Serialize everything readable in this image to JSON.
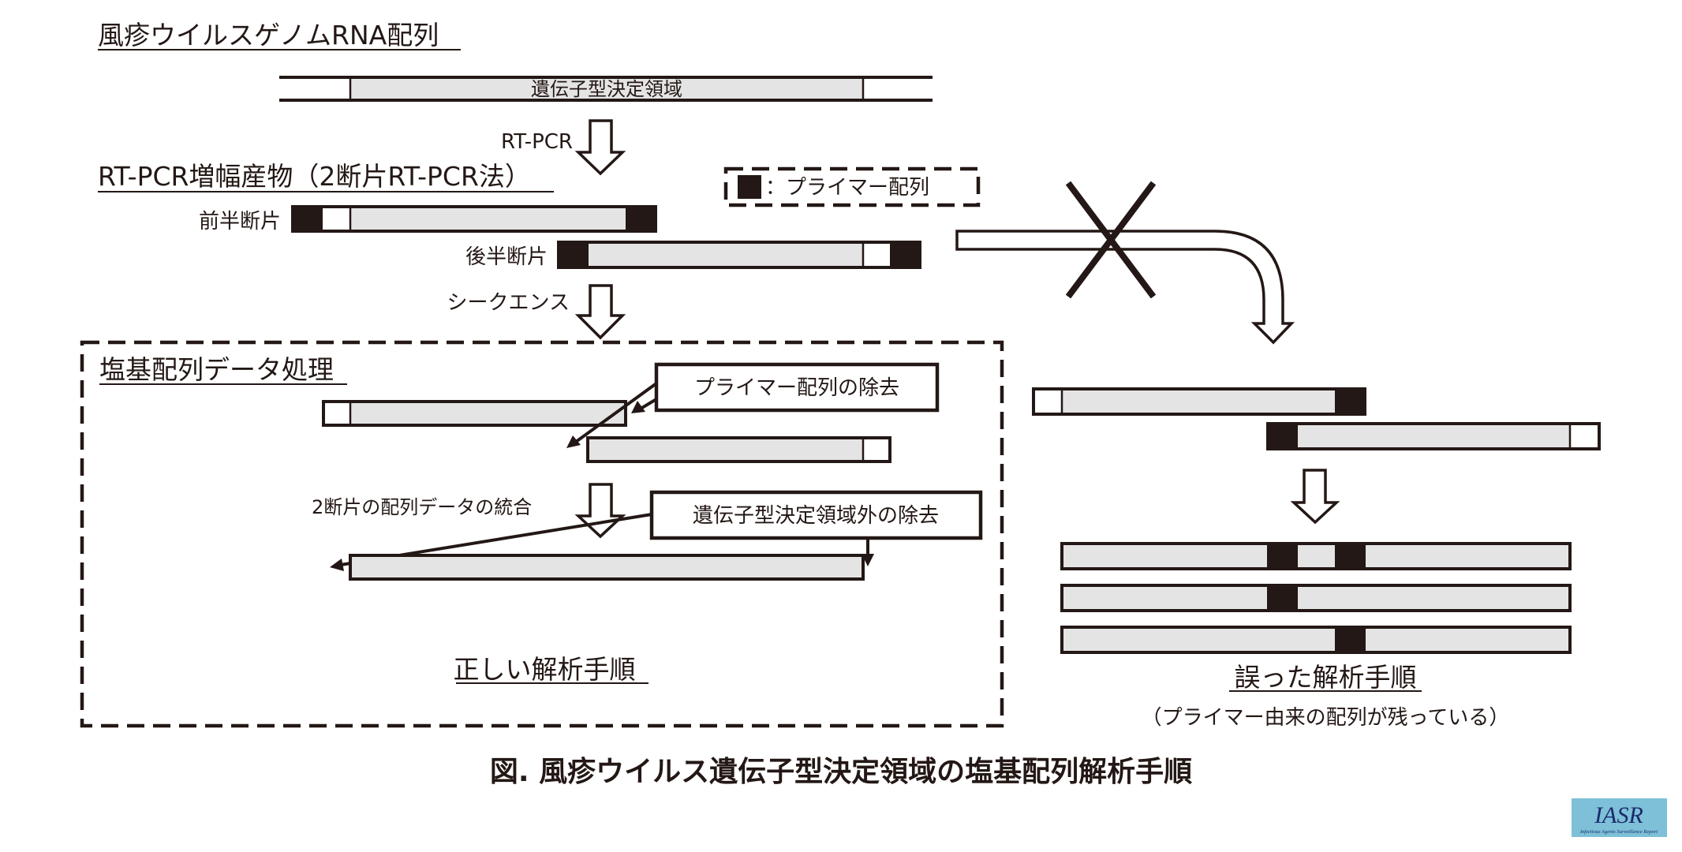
{
  "figure": {
    "caption": "図. 風疹ウイルス遺伝子型決定領域の塩基配列解析手順"
  },
  "genome": {
    "title": "風疹ウイルスゲノムRNA配列",
    "region_label": "遺伝子型決定領域"
  },
  "steps": {
    "rt_pcr": "RT-PCR",
    "sequencing": "シークエンス",
    "merge": "2断片の配列データの統合"
  },
  "amplicons": {
    "title": "RT-PCR増幅産物（2断片RT-PCR法）",
    "front_label": "前半断片",
    "back_label": "後半断片"
  },
  "legend": {
    "primer_symbol": "black-square",
    "primer_label": "：プライマー配列"
  },
  "correct_procedure": {
    "box_title": "塩基配列データ処理",
    "callout_primer_removal": "プライマー配列の除去",
    "callout_outside_removal": "遺伝子型決定領域外の除去",
    "label": "正しい解析手順"
  },
  "wrong_procedure": {
    "label": "誤った解析手順",
    "note": "（プライマー由来の配列が残っている）",
    "rejected_path_marker": "x-mark"
  },
  "logo": {
    "text": "IASR",
    "subtitle": "Infectious Agents Surveillance Report",
    "bg_color": "#7dc0d8",
    "text_color": "#1c2a6b"
  },
  "colors": {
    "ink": "#231815",
    "region_fill": "#e4e4e4",
    "primer_fill": "#231815"
  }
}
